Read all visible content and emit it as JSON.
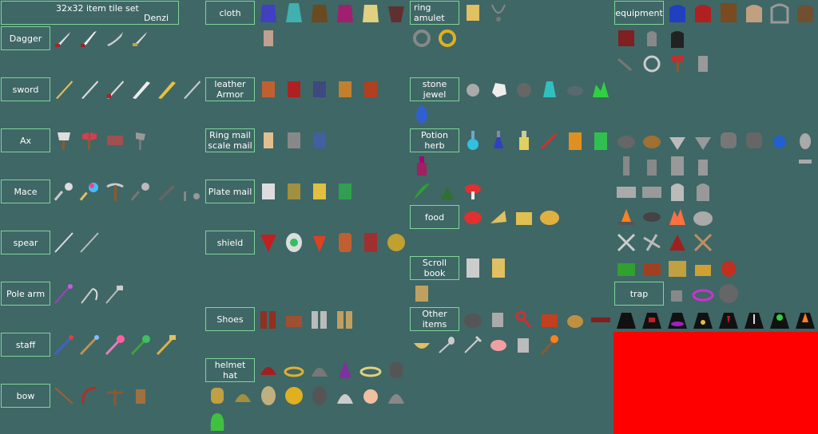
{
  "title": {
    "line1": "32x32 item tile set",
    "line2": "Denzi"
  },
  "labels": {
    "dagger": "Dagger",
    "sword": "sword",
    "ax": "Ax",
    "mace": "Mace",
    "spear": "spear",
    "polearm": "Pole arm",
    "staff": "staff",
    "bow": "bow",
    "cloth": "cloth",
    "leather": "leather\nArmor",
    "ringmail": "Ring mail\nscale mail",
    "platemail": "Plate mail",
    "shield": "shield",
    "shoes": "Shoes",
    "helmet": "helmet\nhat",
    "ring": "ring\namulet",
    "stone": "stone\njewel",
    "potion": "Potion\nherb",
    "food": "food",
    "scroll": "Scroll\nbook",
    "other": "Other items",
    "equipment": "equipment",
    "trap": "trap"
  },
  "colors": {
    "background": "#3f6766",
    "label_border": "#7fd49a",
    "red_block": "#ff0000"
  }
}
